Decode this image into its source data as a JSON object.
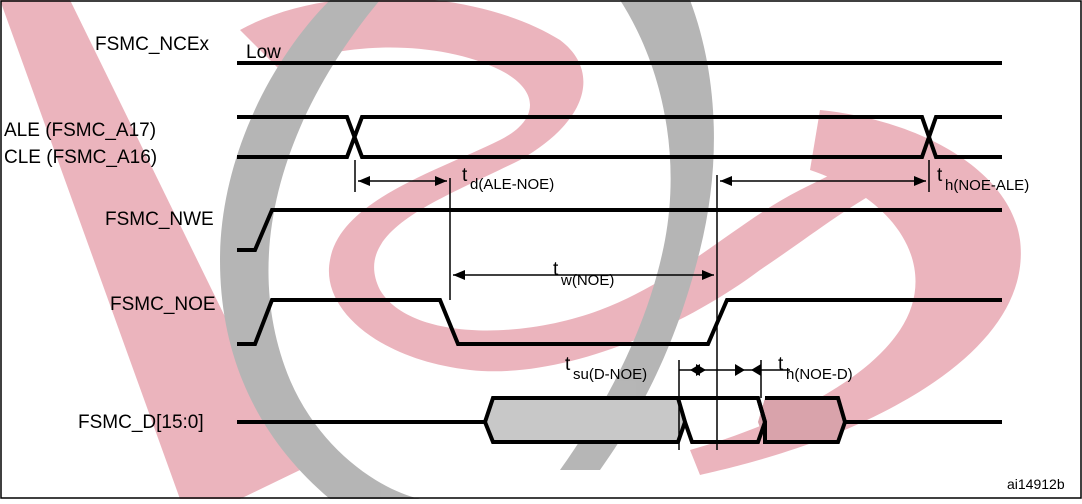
{
  "signals": {
    "ncex": "FSMC_NCEx",
    "ncex_state": "Low",
    "ale": "ALE (FSMC_A17)",
    "cle": "CLE (FSMC_A16)",
    "nwe": "FSMC_NWE",
    "noe": "FSMC_NOE",
    "data": "FSMC_D[15:0]"
  },
  "timings": {
    "d_ale_noe": {
      "t": "t",
      "sub": "d(ALE-NOE)"
    },
    "h_noe_ale": {
      "t": "t",
      "sub": "h(NOE-ALE)"
    },
    "w_noe": {
      "t": "t",
      "sub": "w(NOE)"
    },
    "su_d_noe": {
      "t": "t",
      "sub": "su(D-NOE)"
    },
    "h_noe_d": {
      "t": "t",
      "sub": "h(NOE-D)"
    }
  },
  "figure_id": "ai14912b",
  "colors": {
    "watermark_red": "#e8a7b2",
    "watermark_gray": "#a9a9a9",
    "data_valid_left": "#c8c8c8",
    "data_valid_right": "#d9a3ab"
  }
}
